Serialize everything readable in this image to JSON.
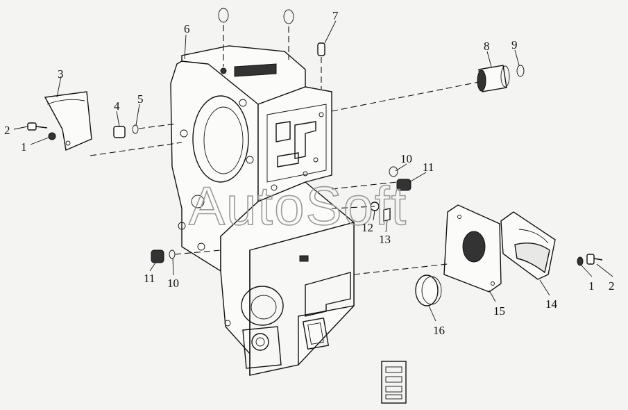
{
  "watermark": "AutoSoft",
  "callouts": [
    {
      "id": "c-1-left",
      "text": "1"
    },
    {
      "id": "c-2-left",
      "text": "2"
    },
    {
      "id": "c-3",
      "text": "3"
    },
    {
      "id": "c-4",
      "text": "4"
    },
    {
      "id": "c-5",
      "text": "5"
    },
    {
      "id": "c-6",
      "text": "6"
    },
    {
      "id": "c-7",
      "text": "7"
    },
    {
      "id": "c-8",
      "text": "8"
    },
    {
      "id": "c-9",
      "text": "9"
    },
    {
      "id": "c-10-top",
      "text": "10"
    },
    {
      "id": "c-11-top",
      "text": "11"
    },
    {
      "id": "c-12",
      "text": "12"
    },
    {
      "id": "c-13",
      "text": "13"
    },
    {
      "id": "c-11-left",
      "text": "11"
    },
    {
      "id": "c-10-left",
      "text": "10"
    },
    {
      "id": "c-16",
      "text": "16"
    },
    {
      "id": "c-15",
      "text": "15"
    },
    {
      "id": "c-14",
      "text": "14"
    },
    {
      "id": "c-1-right",
      "text": "1"
    },
    {
      "id": "c-2-right",
      "text": "2"
    }
  ]
}
